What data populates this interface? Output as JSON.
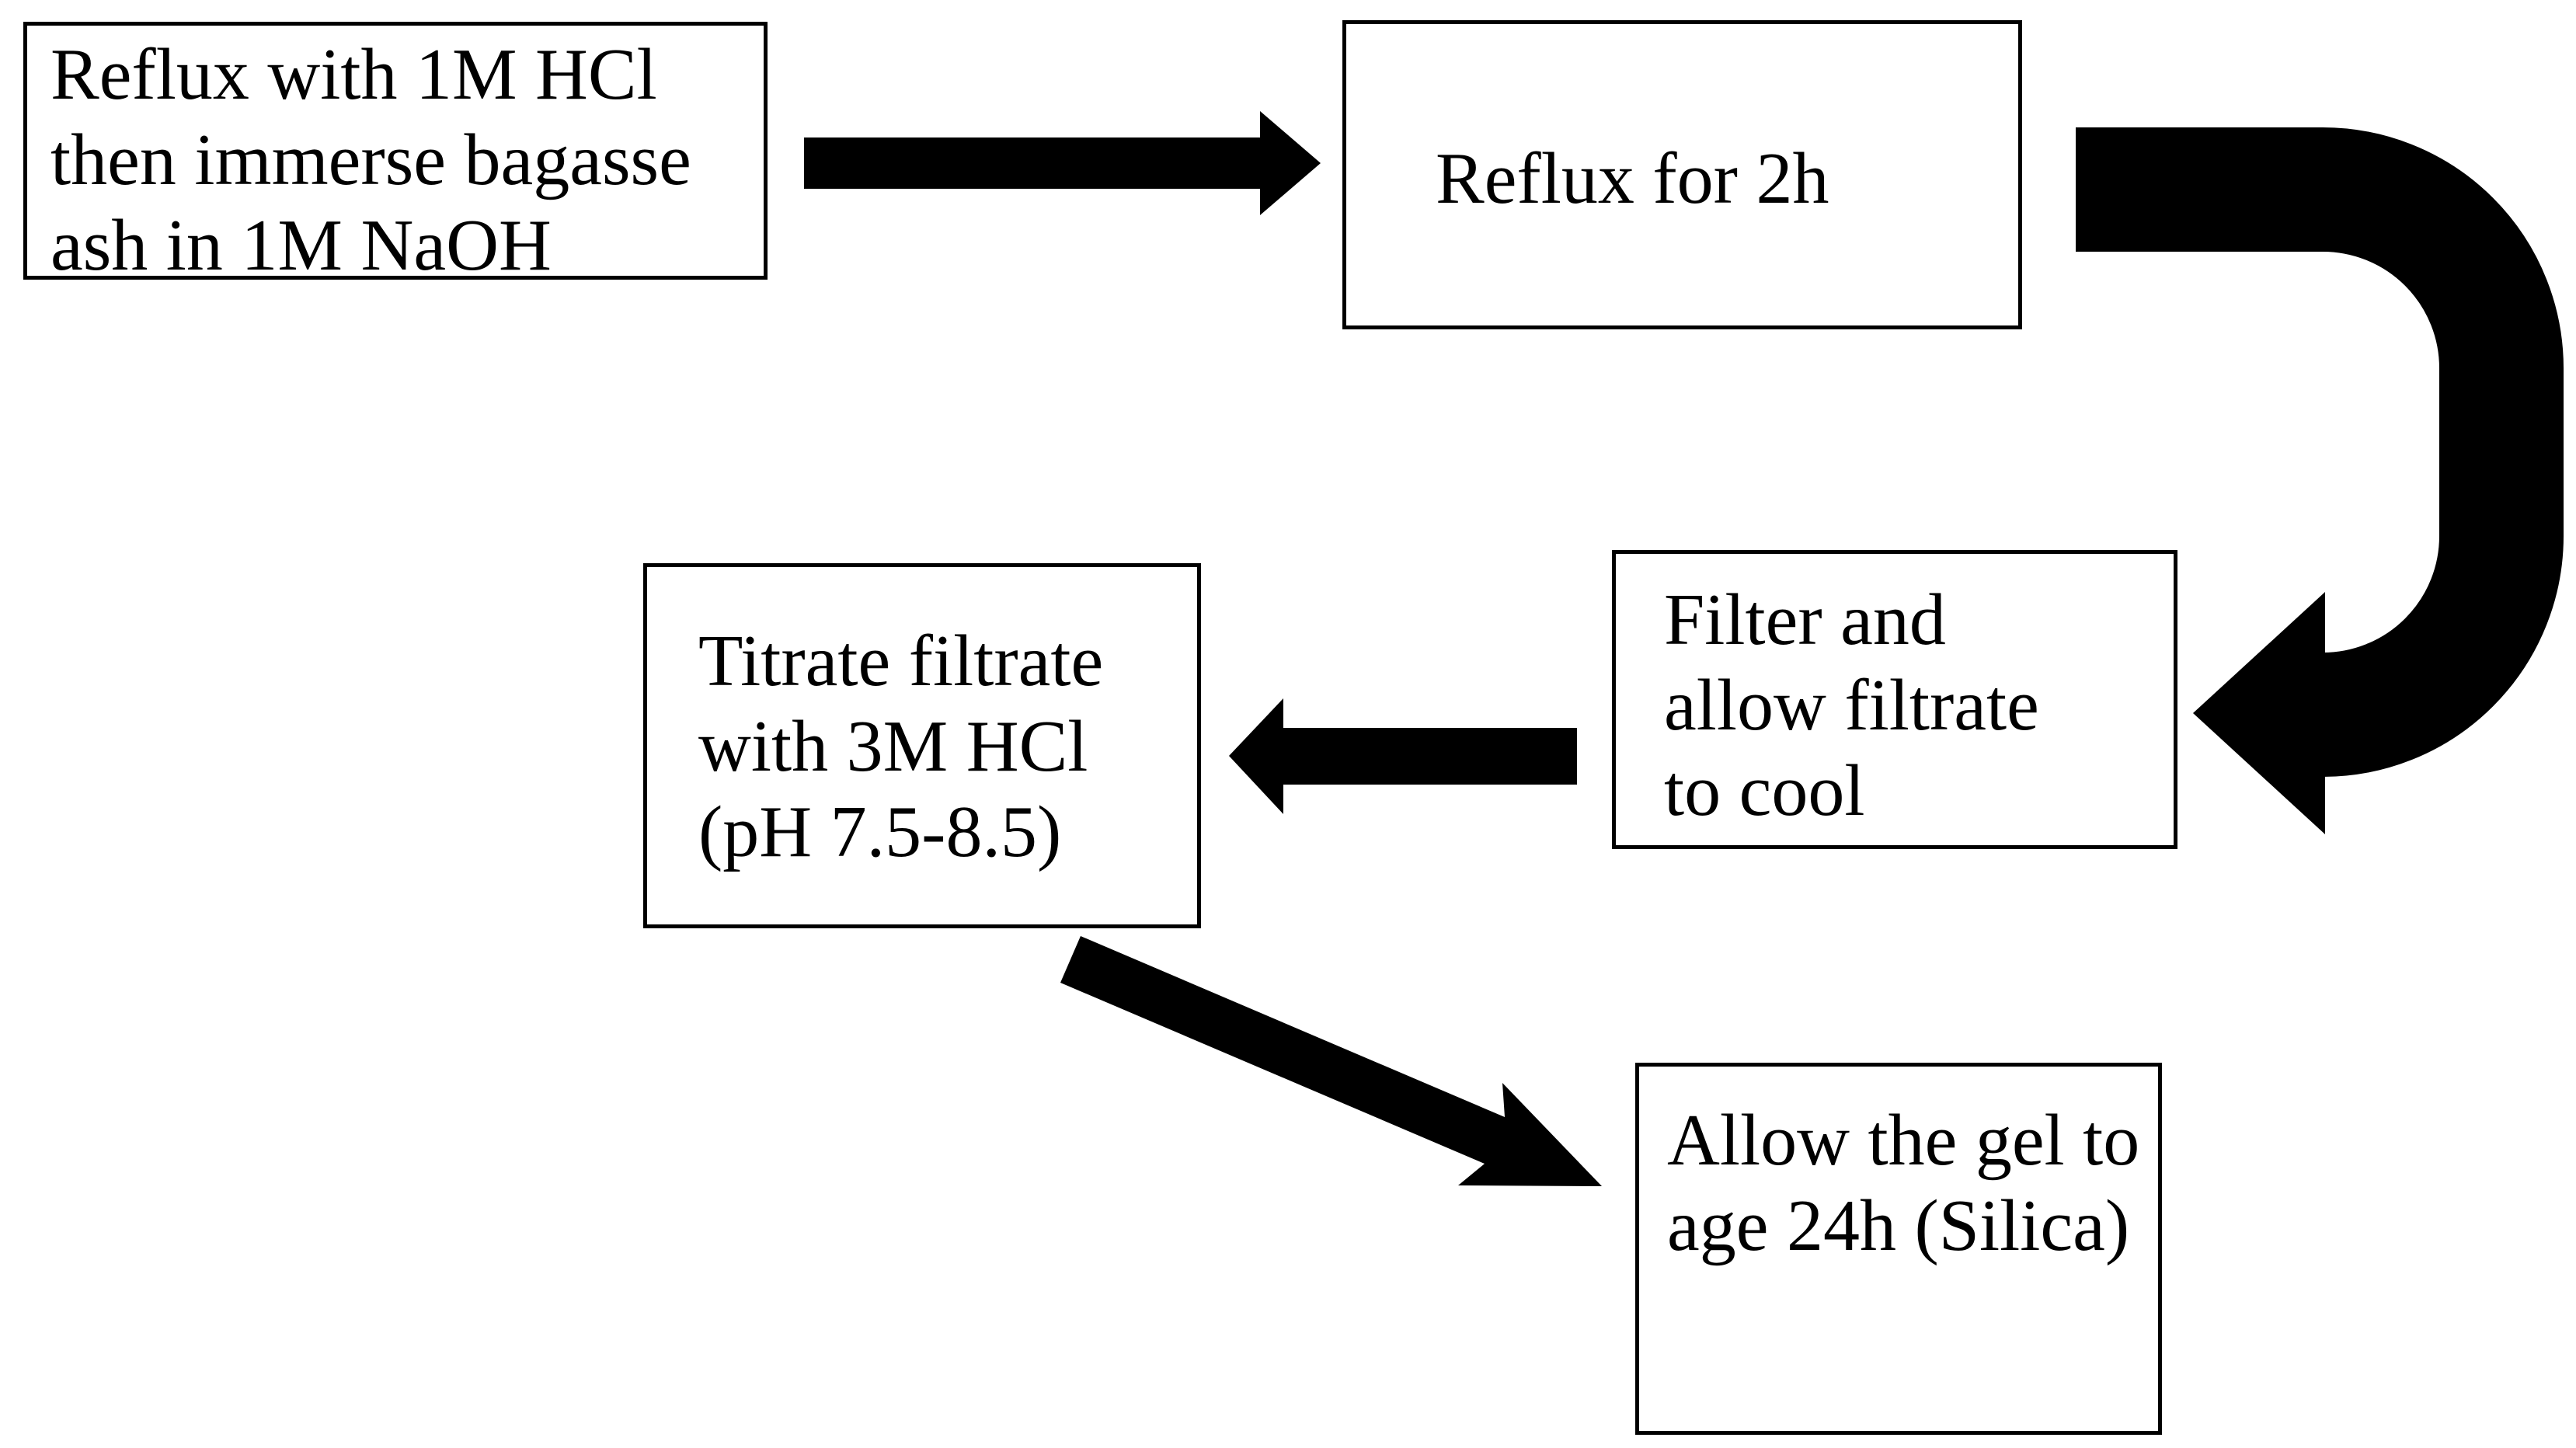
{
  "diagram": {
    "type": "flowchart",
    "colors": {
      "ink": "#000000",
      "background": "#ffffff",
      "box_fill": "#ffffff",
      "box_border": "#000000"
    },
    "steps": [
      {
        "id": "step-1",
        "lines": [
          "Reflux with 1M HCl",
          "then immerse bagasse",
          "ash in 1M NaOH"
        ]
      },
      {
        "id": "step-2",
        "lines": [
          "Reflux for 2h"
        ]
      },
      {
        "id": "step-3",
        "lines": [
          "Filter and",
          "allow filtrate",
          "to cool"
        ]
      },
      {
        "id": "step-4",
        "lines": [
          "Titrate filtrate",
          "with 3M HCl",
          "(pH 7.5-8.5)"
        ]
      },
      {
        "id": "step-5",
        "lines": [
          "Allow the gel to",
          "age 24h (Silica)"
        ]
      }
    ],
    "connections": [
      {
        "from": "step-1",
        "to": "step-2",
        "shape": "straight-arrow-right"
      },
      {
        "from": "step-2",
        "to": "step-3",
        "shape": "thick-u-turn-arrow-clockwise"
      },
      {
        "from": "step-3",
        "to": "step-4",
        "shape": "straight-arrow-left"
      },
      {
        "from": "step-4",
        "to": "step-5",
        "shape": "diagonal-arrow-down-right"
      }
    ]
  }
}
